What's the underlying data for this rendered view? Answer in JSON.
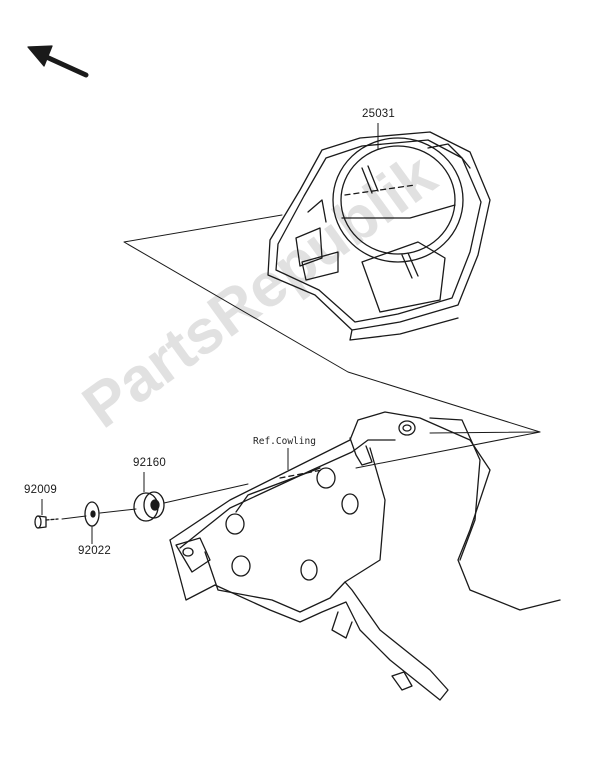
{
  "watermark": {
    "text": "PartsRepublik"
  },
  "labels": {
    "part_25031": "25031",
    "part_92160": "92160",
    "part_92009": "92009",
    "part_92022": "92022",
    "ref_cowling": "Ref.Cowling"
  },
  "icons": {
    "direction_arrow": "arrow-up-left-icon"
  },
  "colors": {
    "line": "#1a1a1a",
    "background": "#ffffff",
    "watermark": "#c8c8c8"
  }
}
